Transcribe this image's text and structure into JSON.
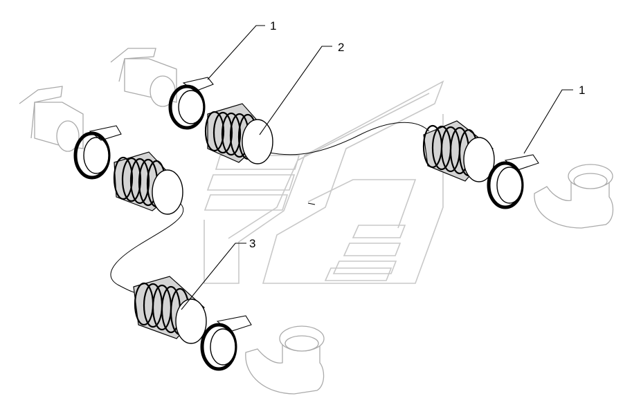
{
  "callouts": {
    "clamp_upper": "1",
    "hose_upper": "2",
    "clamp_right": "1",
    "hose_lower": "3"
  },
  "colors": {
    "line": "#000000",
    "hose_shade": "#d4d4d4",
    "watermark": "#c8c8c8",
    "background": "#ffffff"
  }
}
